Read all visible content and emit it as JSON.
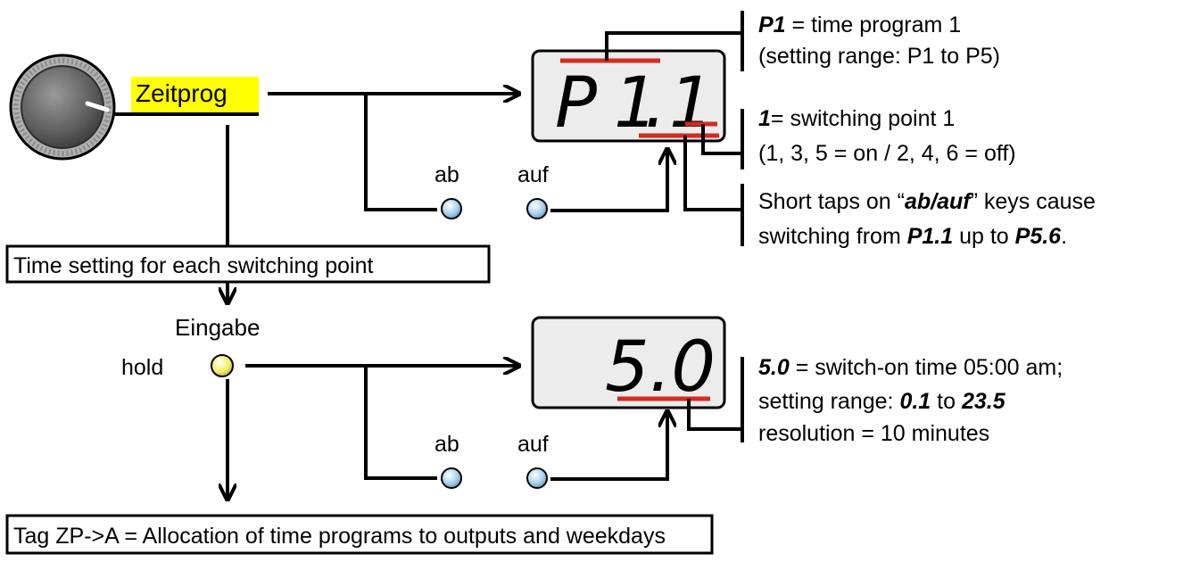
{
  "dial_label": "Zeitprog",
  "section1": {
    "button_ab": "ab",
    "button_auf": "auf",
    "display": {
      "main": "P",
      "left_digit": "1",
      "dot": ".",
      "right_digit": "1"
    },
    "ann_program": {
      "bold": "P1",
      "rest": " = time program 1",
      "line2": "(setting range: P1 to P5)"
    },
    "ann_point": {
      "bold": "1",
      "rest": "= switching point 1",
      "line2": "(1, 3, 5 = on / 2, 4, 6 = off)"
    },
    "ann_taps": {
      "l1_pre": "Short taps on “",
      "l1_bold": "ab/auf",
      "l1_post": "” keys cause",
      "l2_pre": "switching from ",
      "l2_b1": "P1.1",
      "l2_mid": " up to ",
      "l2_b2": "P5.6",
      "l2_post": "."
    }
  },
  "time_setting_box": "Time setting for each switching point",
  "section2": {
    "enter_label": "Eingabe",
    "hold_label": "hold",
    "button_ab": "ab",
    "button_auf": "auf",
    "display": {
      "digits": "5.0"
    },
    "ann_time": {
      "l1_bold": "5.0",
      "l1_rest": " = switch-on time 05:00 am;",
      "l2_pre": "setting range: ",
      "l2_b1": "0.1",
      "l2_mid": " to ",
      "l2_b2": "23.5",
      "l3": "resolution = 10 minutes"
    }
  },
  "bottom_box": "Tag ZP->A = Allocation of time programs to outputs and weekdays",
  "colors": {
    "highlight": "#ffff00",
    "red_marker": "#d52b1e",
    "blue_button": "#a8d0ec",
    "yellow_button": "#f4f06a",
    "display_bg": "#ececec"
  }
}
